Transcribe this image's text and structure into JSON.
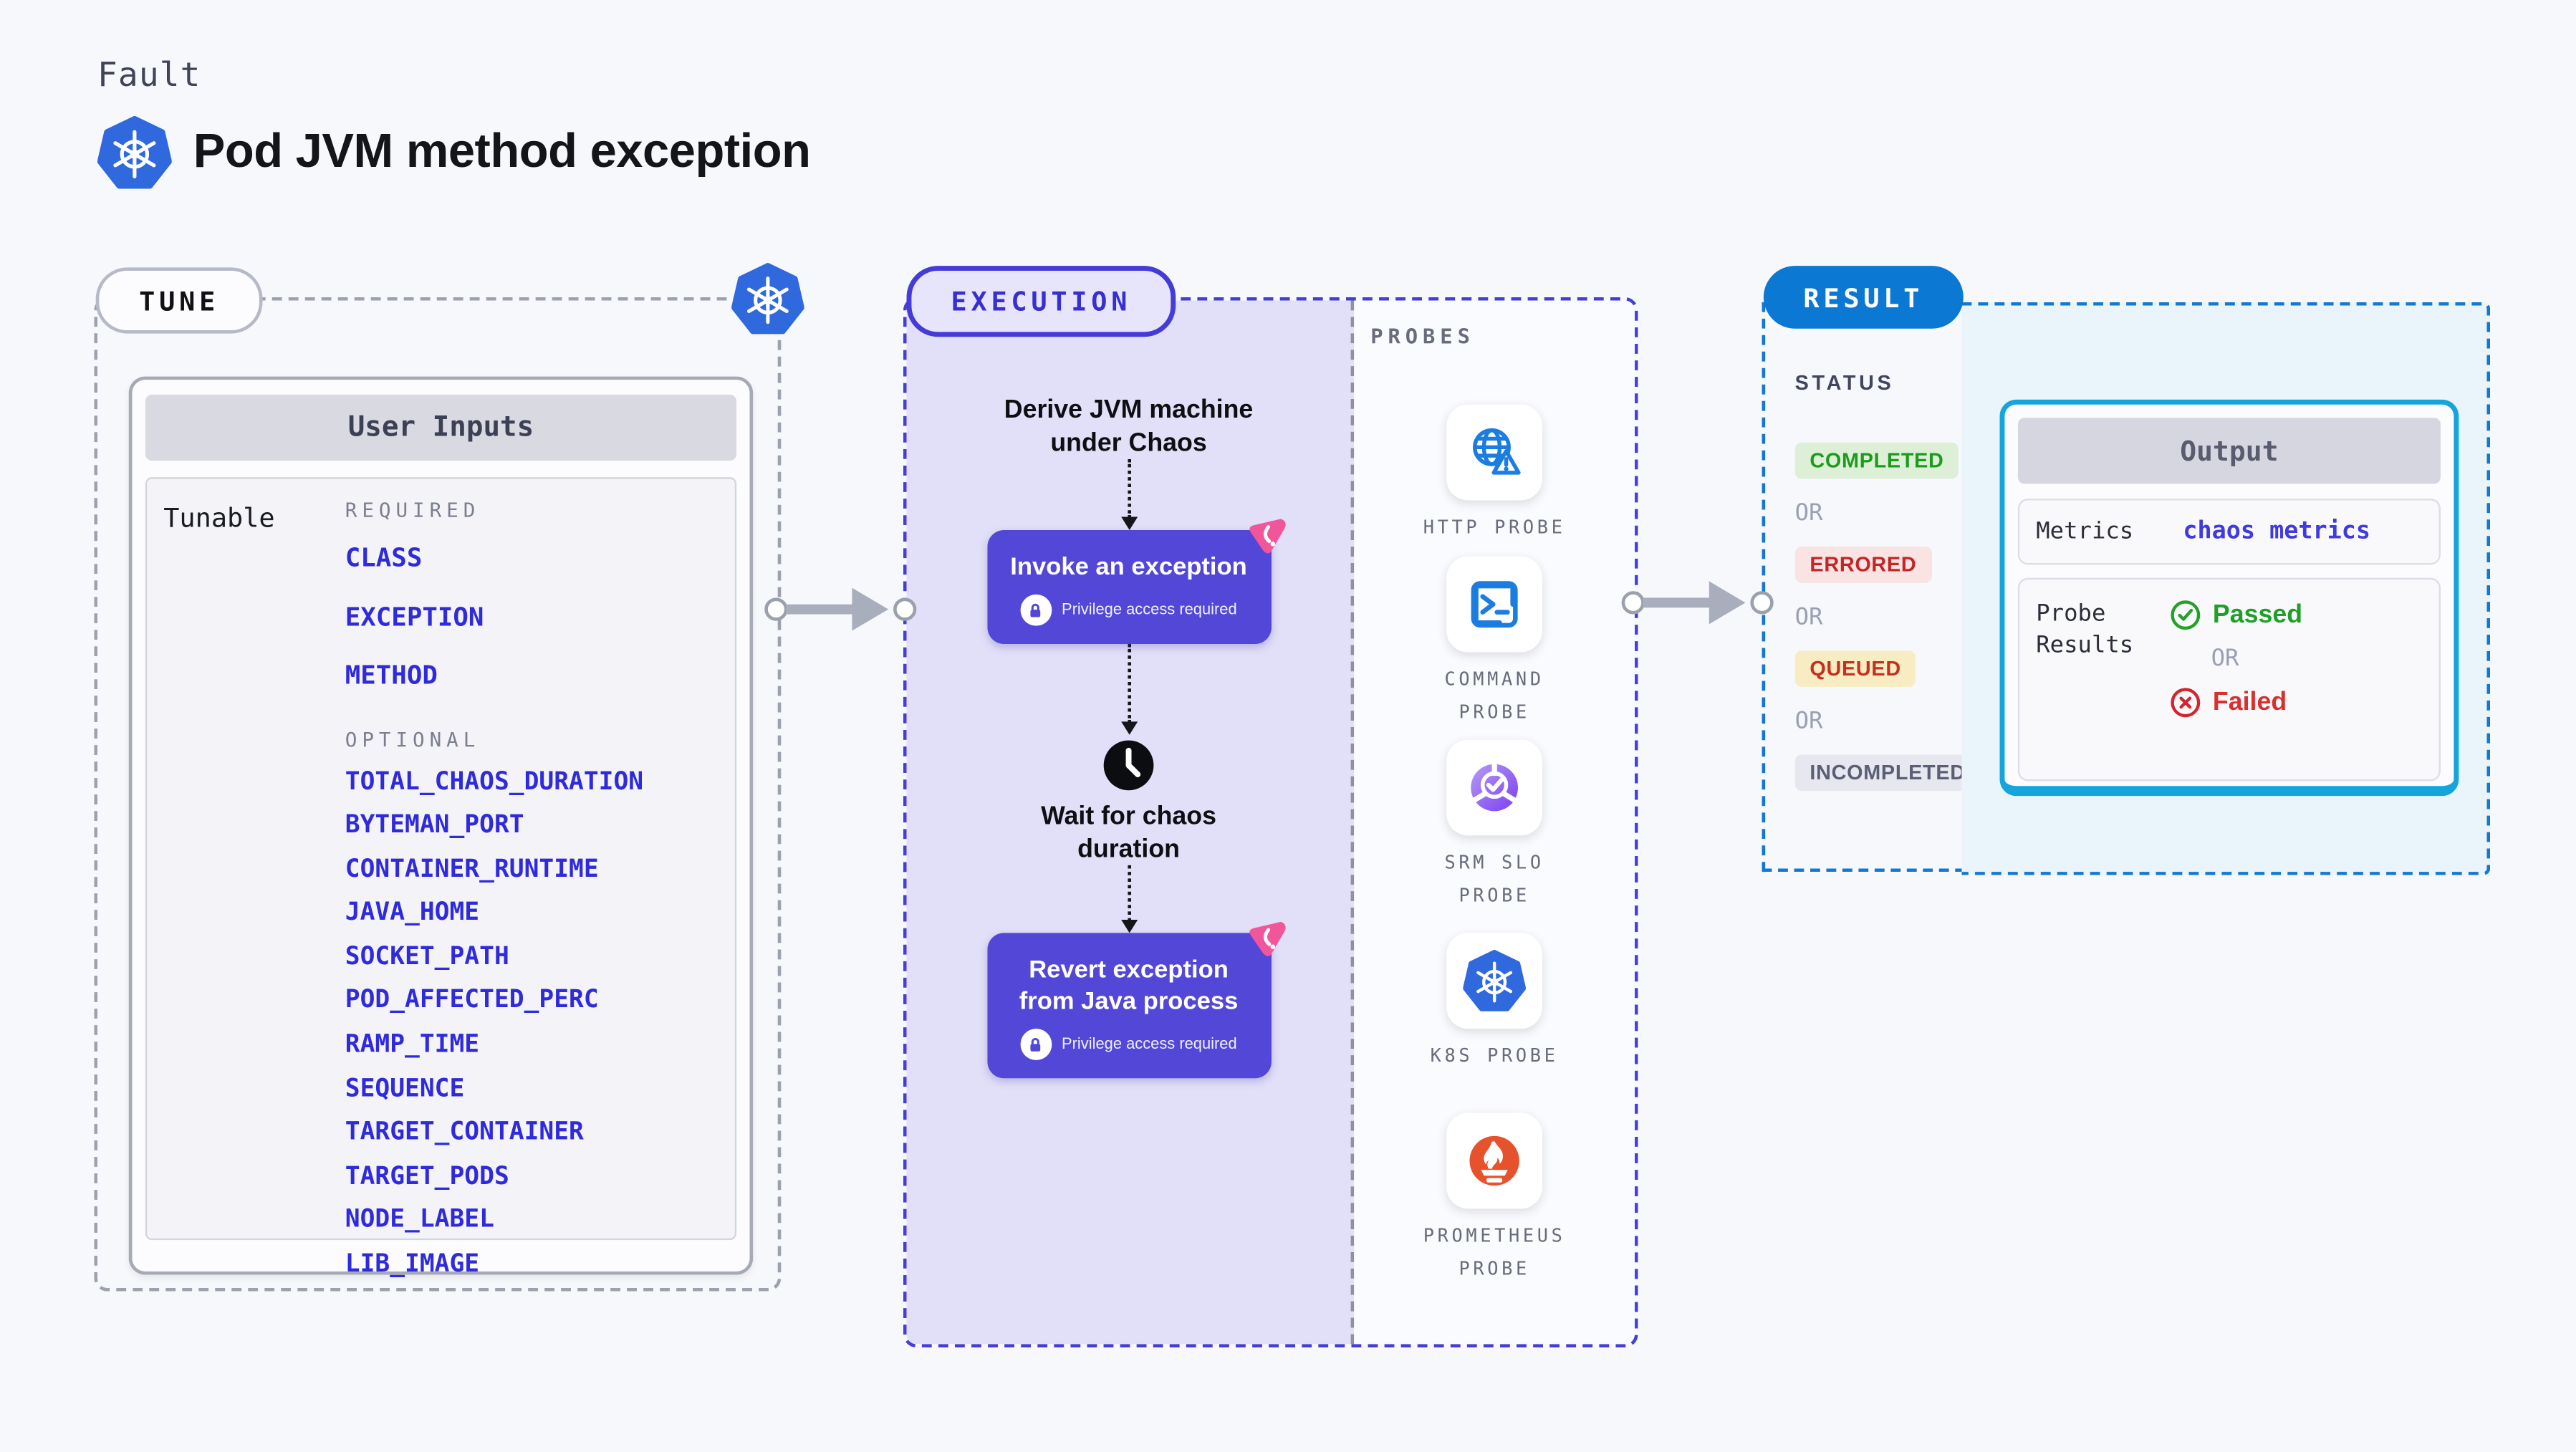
{
  "page": {
    "background": "#f7f8fc"
  },
  "header": {
    "eyebrow": "Fault",
    "title": "Pod JVM method exception",
    "logo_icon": "kubernetes-icon"
  },
  "tune": {
    "badge_label": "TUNE",
    "corner_icon": "kubernetes-icon",
    "card_title": "User Inputs",
    "row_label": "Tunable",
    "required_heading": "REQUIRED",
    "required_items": [
      "CLASS",
      "EXCEPTION",
      "METHOD"
    ],
    "optional_heading": "OPTIONAL",
    "optional_items": [
      "TOTAL_CHAOS_DURATION",
      "BYTEMAN_PORT",
      "CONTAINER_RUNTIME",
      "JAVA_HOME",
      "SOCKET_PATH",
      "POD_AFFECTED_PERC",
      "RAMP_TIME",
      "SEQUENCE",
      "TARGET_CONTAINER",
      "TARGET_PODS",
      "NODE_LABEL",
      "LIB_IMAGE"
    ],
    "item_color": "#2f2bdc"
  },
  "execution": {
    "badge_label": "EXECUTION",
    "accent_color": "#443ed6",
    "panel_fill": "#e2e0f8",
    "node_color": "#5347d8",
    "derive_line1": "Derive JVM machine",
    "derive_line2": "under Chaos",
    "invoke_label": "Invoke an exception",
    "invoke_note": "Privilege access required",
    "wait_line1": "Wait for chaos",
    "wait_line2": "duration",
    "revert_line1": "Revert exception",
    "revert_line2": "from Java process",
    "revert_note": "Privilege access required"
  },
  "probes": {
    "heading": "PROBES",
    "items": [
      {
        "name": "HTTP PROBE",
        "icon": "globe-alert-icon"
      },
      {
        "name": "COMMAND PROBE",
        "icon": "terminal-icon"
      },
      {
        "name": "SRM SLO PROBE",
        "icon": "slo-donut-check-icon"
      },
      {
        "name": "K8S PROBE",
        "icon": "kubernetes-icon"
      },
      {
        "name": "PROMETHEUS PROBE",
        "icon": "prometheus-flame-icon"
      }
    ]
  },
  "result": {
    "badge_label": "RESULT",
    "accent_color": "#0b79d3",
    "status_heading": "STATUS",
    "or_label": "OR",
    "statuses": [
      {
        "label": "COMPLETED",
        "text_color": "#1b9c1b",
        "bg_color": "#ddf0d7"
      },
      {
        "label": "ERRORED",
        "text_color": "#c42525",
        "bg_color": "#fae3e3"
      },
      {
        "label": "QUEUED",
        "text_color": "#c43022",
        "bg_color": "#f8ecc2"
      },
      {
        "label": "INCOMPLETED",
        "text_color": "#5a5f75",
        "bg_color": "#e7e7f0"
      }
    ],
    "output": {
      "title": "Output",
      "metrics_label": "Metrics",
      "metrics_value": "chaos metrics",
      "metrics_value_color": "#403ae2",
      "probe_results_line1": "Probe",
      "probe_results_line2": "Results",
      "passed_label": "Passed",
      "passed_color": "#1f9e28",
      "or_label": "OR",
      "failed_label": "Failed",
      "failed_color": "#d8302f"
    }
  }
}
